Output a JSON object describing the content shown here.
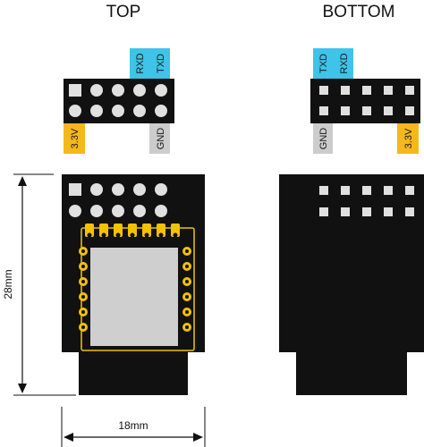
{
  "headings": {
    "top": "TOP",
    "bottom": "BOTTOM"
  },
  "top_view": {
    "labels": {
      "rxd": "RXD",
      "txd": "TXD",
      "v33": "3.3V",
      "gnd": "GND"
    }
  },
  "bottom_view": {
    "labels": {
      "txd": "TXD",
      "rxd": "RXD",
      "gnd": "GND",
      "v33": "3.3V"
    }
  },
  "dimensions": {
    "height": "28mm",
    "width": "18mm"
  },
  "colors": {
    "board": "#111111",
    "serial_label": "#3fc3e8",
    "power_label": "#f5b81c",
    "ground_label": "#cccccc",
    "gold_pad": "#f2c200",
    "shield": "#cfcfcf"
  }
}
